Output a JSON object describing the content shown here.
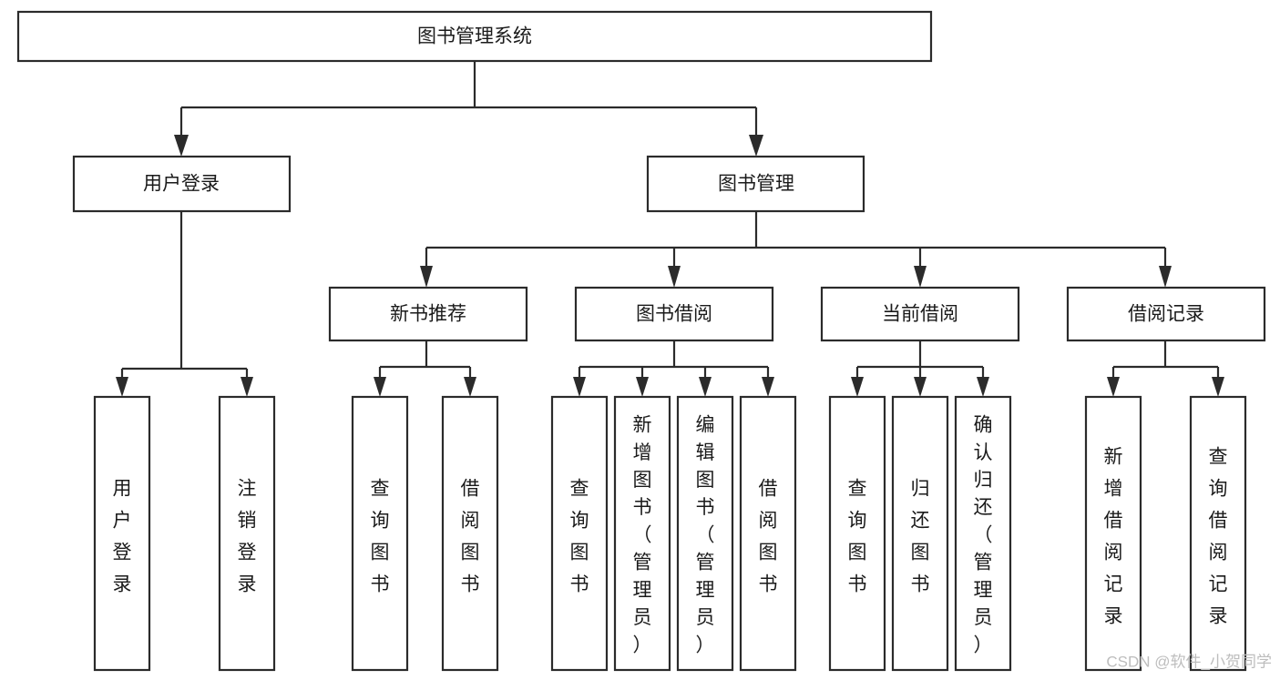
{
  "diagram": {
    "title": "图书管理系统",
    "type": "tree",
    "watermark": "CSDN @软件_小贺同学",
    "colors": {
      "stroke": "#2b2b2b",
      "box_fill": "#ffffff",
      "text": "#1a1a1a",
      "background": "#ffffff",
      "watermark": "#bdbdbd"
    },
    "nodes": {
      "root": {
        "label": "图书管理系统",
        "level": 1,
        "orientation": "horizontal"
      },
      "l2": [
        {
          "id": "user-login",
          "label": "用户登录",
          "level": 2,
          "orientation": "horizontal"
        },
        {
          "id": "book-manage",
          "label": "图书管理",
          "level": 2,
          "orientation": "horizontal"
        }
      ],
      "l3": [
        {
          "id": "new-book-rec",
          "label": "新书推荐",
          "level": 3,
          "orientation": "horizontal",
          "parent": "book-manage"
        },
        {
          "id": "book-borrow",
          "label": "图书借阅",
          "level": 3,
          "orientation": "horizontal",
          "parent": "book-manage"
        },
        {
          "id": "current-borrow",
          "label": "当前借阅",
          "level": 3,
          "orientation": "horizontal",
          "parent": "book-manage"
        },
        {
          "id": "borrow-record",
          "label": "借阅记录",
          "level": 3,
          "orientation": "horizontal",
          "parent": "book-manage"
        }
      ],
      "leaves": [
        {
          "id": "leaf-user-login",
          "label": "用户登录",
          "parent": "user-login",
          "orientation": "vertical"
        },
        {
          "id": "leaf-logout",
          "label": "注销登录",
          "parent": "user-login",
          "orientation": "vertical"
        },
        {
          "id": "leaf-query-book-1",
          "label": "查询图书",
          "parent": "new-book-rec",
          "orientation": "vertical"
        },
        {
          "id": "leaf-borrow-book-1",
          "label": "借阅图书",
          "parent": "new-book-rec",
          "orientation": "vertical"
        },
        {
          "id": "leaf-query-book-2",
          "label": "查询图书",
          "parent": "book-borrow",
          "orientation": "vertical"
        },
        {
          "id": "leaf-add-book",
          "label": "新增图书（管理员）",
          "parent": "book-borrow",
          "orientation": "vertical"
        },
        {
          "id": "leaf-edit-book",
          "label": "编辑图书（管理员）",
          "parent": "book-borrow",
          "orientation": "vertical"
        },
        {
          "id": "leaf-borrow-book-2",
          "label": "借阅图书",
          "parent": "book-borrow",
          "orientation": "vertical"
        },
        {
          "id": "leaf-query-book-3",
          "label": "查询图书",
          "parent": "current-borrow",
          "orientation": "vertical"
        },
        {
          "id": "leaf-return-book",
          "label": "归还图书",
          "parent": "current-borrow",
          "orientation": "vertical"
        },
        {
          "id": "leaf-confirm-return",
          "label": "确认归还（管理员）",
          "parent": "current-borrow",
          "orientation": "vertical"
        },
        {
          "id": "leaf-add-record",
          "label": "新增借阅记录",
          "parent": "borrow-record",
          "orientation": "vertical"
        },
        {
          "id": "leaf-query-record",
          "label": "查询借阅记录",
          "parent": "borrow-record",
          "orientation": "vertical"
        }
      ]
    }
  }
}
